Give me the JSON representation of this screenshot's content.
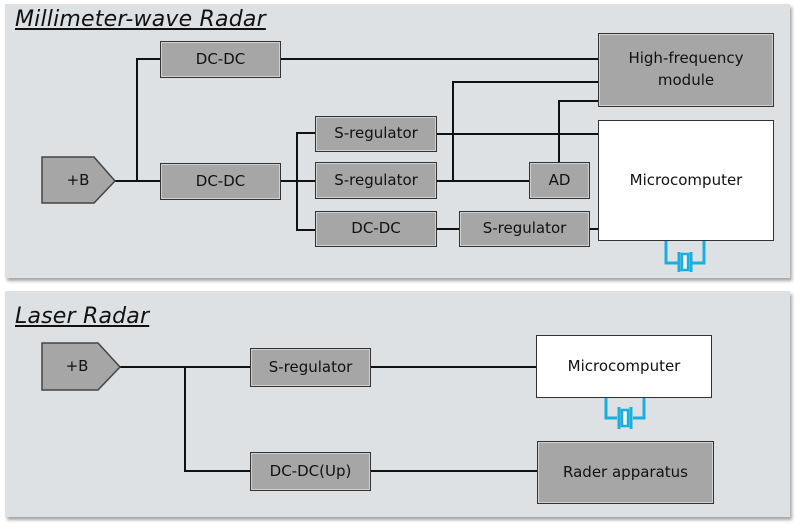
{
  "colors": {
    "panel_bg": "#dee1e4",
    "block_fill": "#a6a6a6",
    "block_white": "#ffffff",
    "wire": "#111111",
    "crystal": "#1aaee0"
  },
  "millimeter_wave": {
    "title": "Millimeter-wave Radar",
    "power_input": "+B",
    "dcdc_top": "DC-DC",
    "dcdc_main": "DC-DC",
    "sreg_1": "S-regulator",
    "sreg_2": "S-regulator",
    "dcdc_sub": "DC-DC",
    "sreg_3": "S-regulator",
    "ad": "AD",
    "high_freq": "High-frequency module",
    "microcomputer": "Microcomputer",
    "crystal_icon": "crystal-oscillator-icon"
  },
  "laser": {
    "title": "Laser Radar",
    "power_input": "+B",
    "sreg": "S-regulator",
    "dcdc_up": "DC-DC(Up)",
    "microcomputer": "Microcomputer",
    "radar_apparatus": "Rader apparatus",
    "crystal_icon": "crystal-oscillator-icon"
  }
}
